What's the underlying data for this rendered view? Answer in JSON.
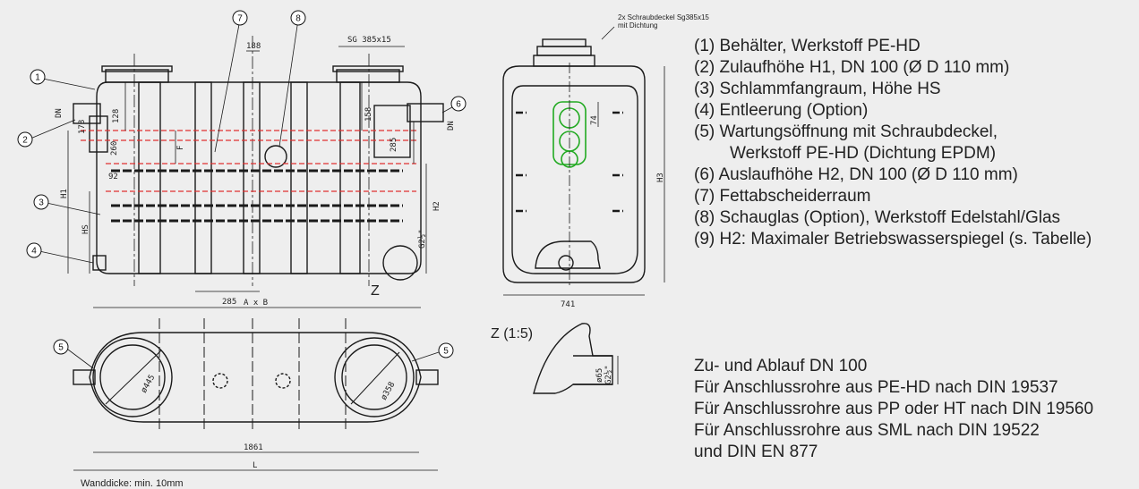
{
  "legend": [
    {
      "text": "(1)  Behälter, Werkstoff PE-HD"
    },
    {
      "text": "(2)  Zulaufhöhe H1, DN 100 (Ø D 110 mm)"
    },
    {
      "text": "(3)  Schlammfangraum, Höhe HS"
    },
    {
      "text": "(4)  Entleerung (Option)"
    },
    {
      "text": "(5)  Wartungsöffnung mit Schraubdeckel,"
    },
    {
      "text": "Werkstoff PE-HD (Dichtung EPDM)"
    },
    {
      "text": "(6)  Auslaufhöhe H2, DN 100 (Ø D 110 mm)"
    },
    {
      "text": "(7)  Fettabscheiderraum"
    },
    {
      "text": "(8)  Schauglas (Option), Werkstoff Edelstahl/Glas"
    },
    {
      "text": "(9)  H2: Maximaler Betriebswasserspiegel (s. Tabelle)"
    }
  ],
  "notes": [
    "Zu- und Ablauf DN 100",
    "Für Anschlussrohre aus PE-HD nach DIN 19537",
    "Für Anschlussrohre aus PP oder HT nach DIN 19560",
    "Für Anschlussrohre aus SML nach DIN 19522",
    "und DIN EN 877"
  ],
  "drawing": {
    "callouts": [
      "1",
      "2",
      "3",
      "4",
      "5",
      "6",
      "7",
      "8"
    ],
    "cover_note_line1": "2x Schraubdeckel Sg385x15",
    "cover_note_line2": "mit Dichtung",
    "dims": {
      "sg": "SG 385x15",
      "d188": "188",
      "d128": "128",
      "d178": "178",
      "d260": "260",
      "d92": "92",
      "f": "F",
      "d158": "158",
      "d285v": "285",
      "h1": "H1",
      "hs": "HS",
      "h2": "H2",
      "g212": "G2½\"",
      "d285h": "285",
      "axb": "A x B",
      "dn_left": "DN",
      "dn_right": "DN",
      "h3": "H3",
      "d74_side": "74",
      "d741": "741",
      "d445": "ø445",
      "d358": "ø358",
      "d1861": "1861",
      "l": "L",
      "d65": "ø65",
      "g212z": "G2½\""
    },
    "z_label": "Z",
    "z_detail_label": "Z (1:5)",
    "wall_note": "Wanddicke: min. 10mm"
  }
}
